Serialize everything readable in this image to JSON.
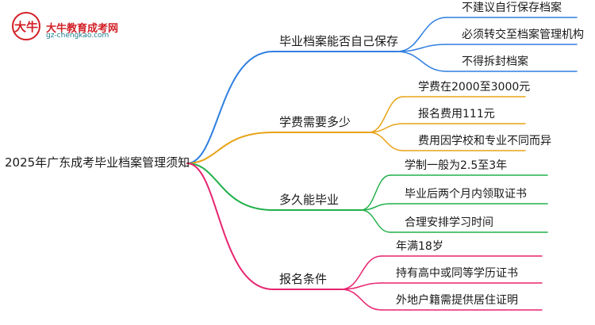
{
  "logo": {
    "name": "大牛教育成考网",
    "url": "gz-chengkao.com",
    "mark_text": "大牛"
  },
  "root": {
    "label": "2025年广东成考毕业档案管理须知"
  },
  "branches": [
    {
      "label": "毕业档案能否自己保存",
      "color": "#2f7fe0",
      "children": [
        "不建议自行保存档案",
        "必须转交至档案管理机构",
        "不得拆封档案"
      ]
    },
    {
      "label": "学费需要多少",
      "color": "#e8a317",
      "children": [
        "学费在2000至3000元",
        "报名费用111元",
        "费用因学校和专业不同而异"
      ]
    },
    {
      "label": "多久能毕业",
      "color": "#22b04a",
      "children": [
        "学制一般为2.5至3年",
        "毕业后两个月内领取证书",
        "合理安排学习时间"
      ]
    },
    {
      "label": "报名条件",
      "color": "#e8246f",
      "children": [
        "年满18岁",
        "持有高中或同等学历证书",
        "外地户籍需提供居住证明"
      ]
    }
  ]
}
